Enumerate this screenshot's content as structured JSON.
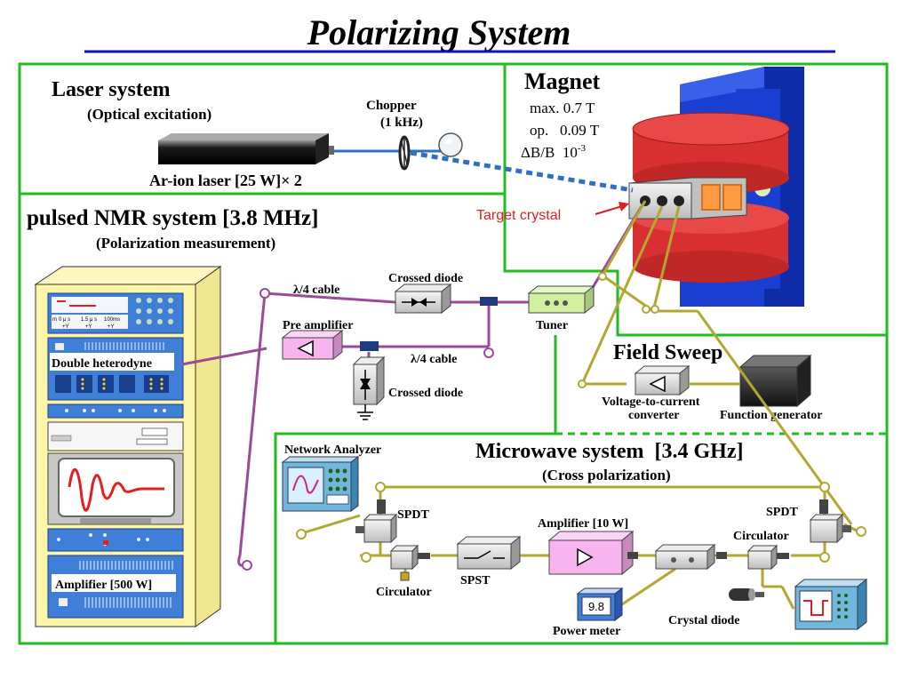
{
  "title": "Polarizing System",
  "laser": {
    "heading": "Laser system",
    "subheading": "(Optical excitation)",
    "laser_label": "Ar-ion laser [25 W]× 2",
    "chopper_label": "Chopper",
    "chopper_freq": "(1 kHz)"
  },
  "magnet": {
    "heading": "Magnet",
    "spec_max": "max. 0.7 T",
    "spec_op": "op.   0.09 T",
    "spec_uniformity": "ΔB/B  10",
    "spec_uniformity_exp": "-3",
    "target_label": "Target crystal",
    "target_color": "#e02020"
  },
  "nmr": {
    "heading": "pulsed NMR system [3.8 MHz]",
    "subheading": "(Polarization measurement)",
    "cable_top": "λ/4 cable",
    "crossed_diode_top": "Crossed diode",
    "tuner": "Tuner",
    "pre_amplifier": "Pre amplifier",
    "cable_bottom": "λ/4 cable",
    "crossed_diode_bottom": "Crossed diode",
    "double_heterodyne": "Double heterodyne",
    "amplifier": "Amplifier [500 W]",
    "panel_cells": [
      "0 μ s",
      "1.5 μ s",
      "100ms"
    ],
    "panel_cells_sub": [
      "+Y",
      "+Y",
      "+Y"
    ],
    "panel_side": "m"
  },
  "field_sweep": {
    "heading": "Field Sweep",
    "converter_line1": "Voltage-to-current",
    "converter_line2": "converter",
    "generator": "Function generator"
  },
  "microwave": {
    "heading": "Microwave system  [3.4 GHz]",
    "subheading": "(Cross polarization)",
    "network_analyzer": "Network Analyzer",
    "spdt_left": "SPDT",
    "spdt_right": "SPDT",
    "amplifier": "Amplifier [10 W]",
    "circulator_left": "Circulator",
    "circulator_right": "Circulator",
    "spst": "SPST",
    "power_meter": "Power meter",
    "power_meter_reading": "9.8",
    "crystal_diode": "Crystal diode"
  },
  "colors": {
    "title_underline": "#1010c0",
    "section_border": "#22bb22",
    "cable_nmr": "#9b4a9b",
    "cable_microwave": "#b0a830",
    "laser_beam": "#3070c0",
    "magnet_yoke": "#1a3fd0",
    "magnet_coil": "#d83030",
    "rack_body": "#fdf5a8",
    "rack_panel": "#3f7fd8",
    "amplifier_box": "#f7b5f0",
    "tuner_box": "#d0f0a0"
  }
}
